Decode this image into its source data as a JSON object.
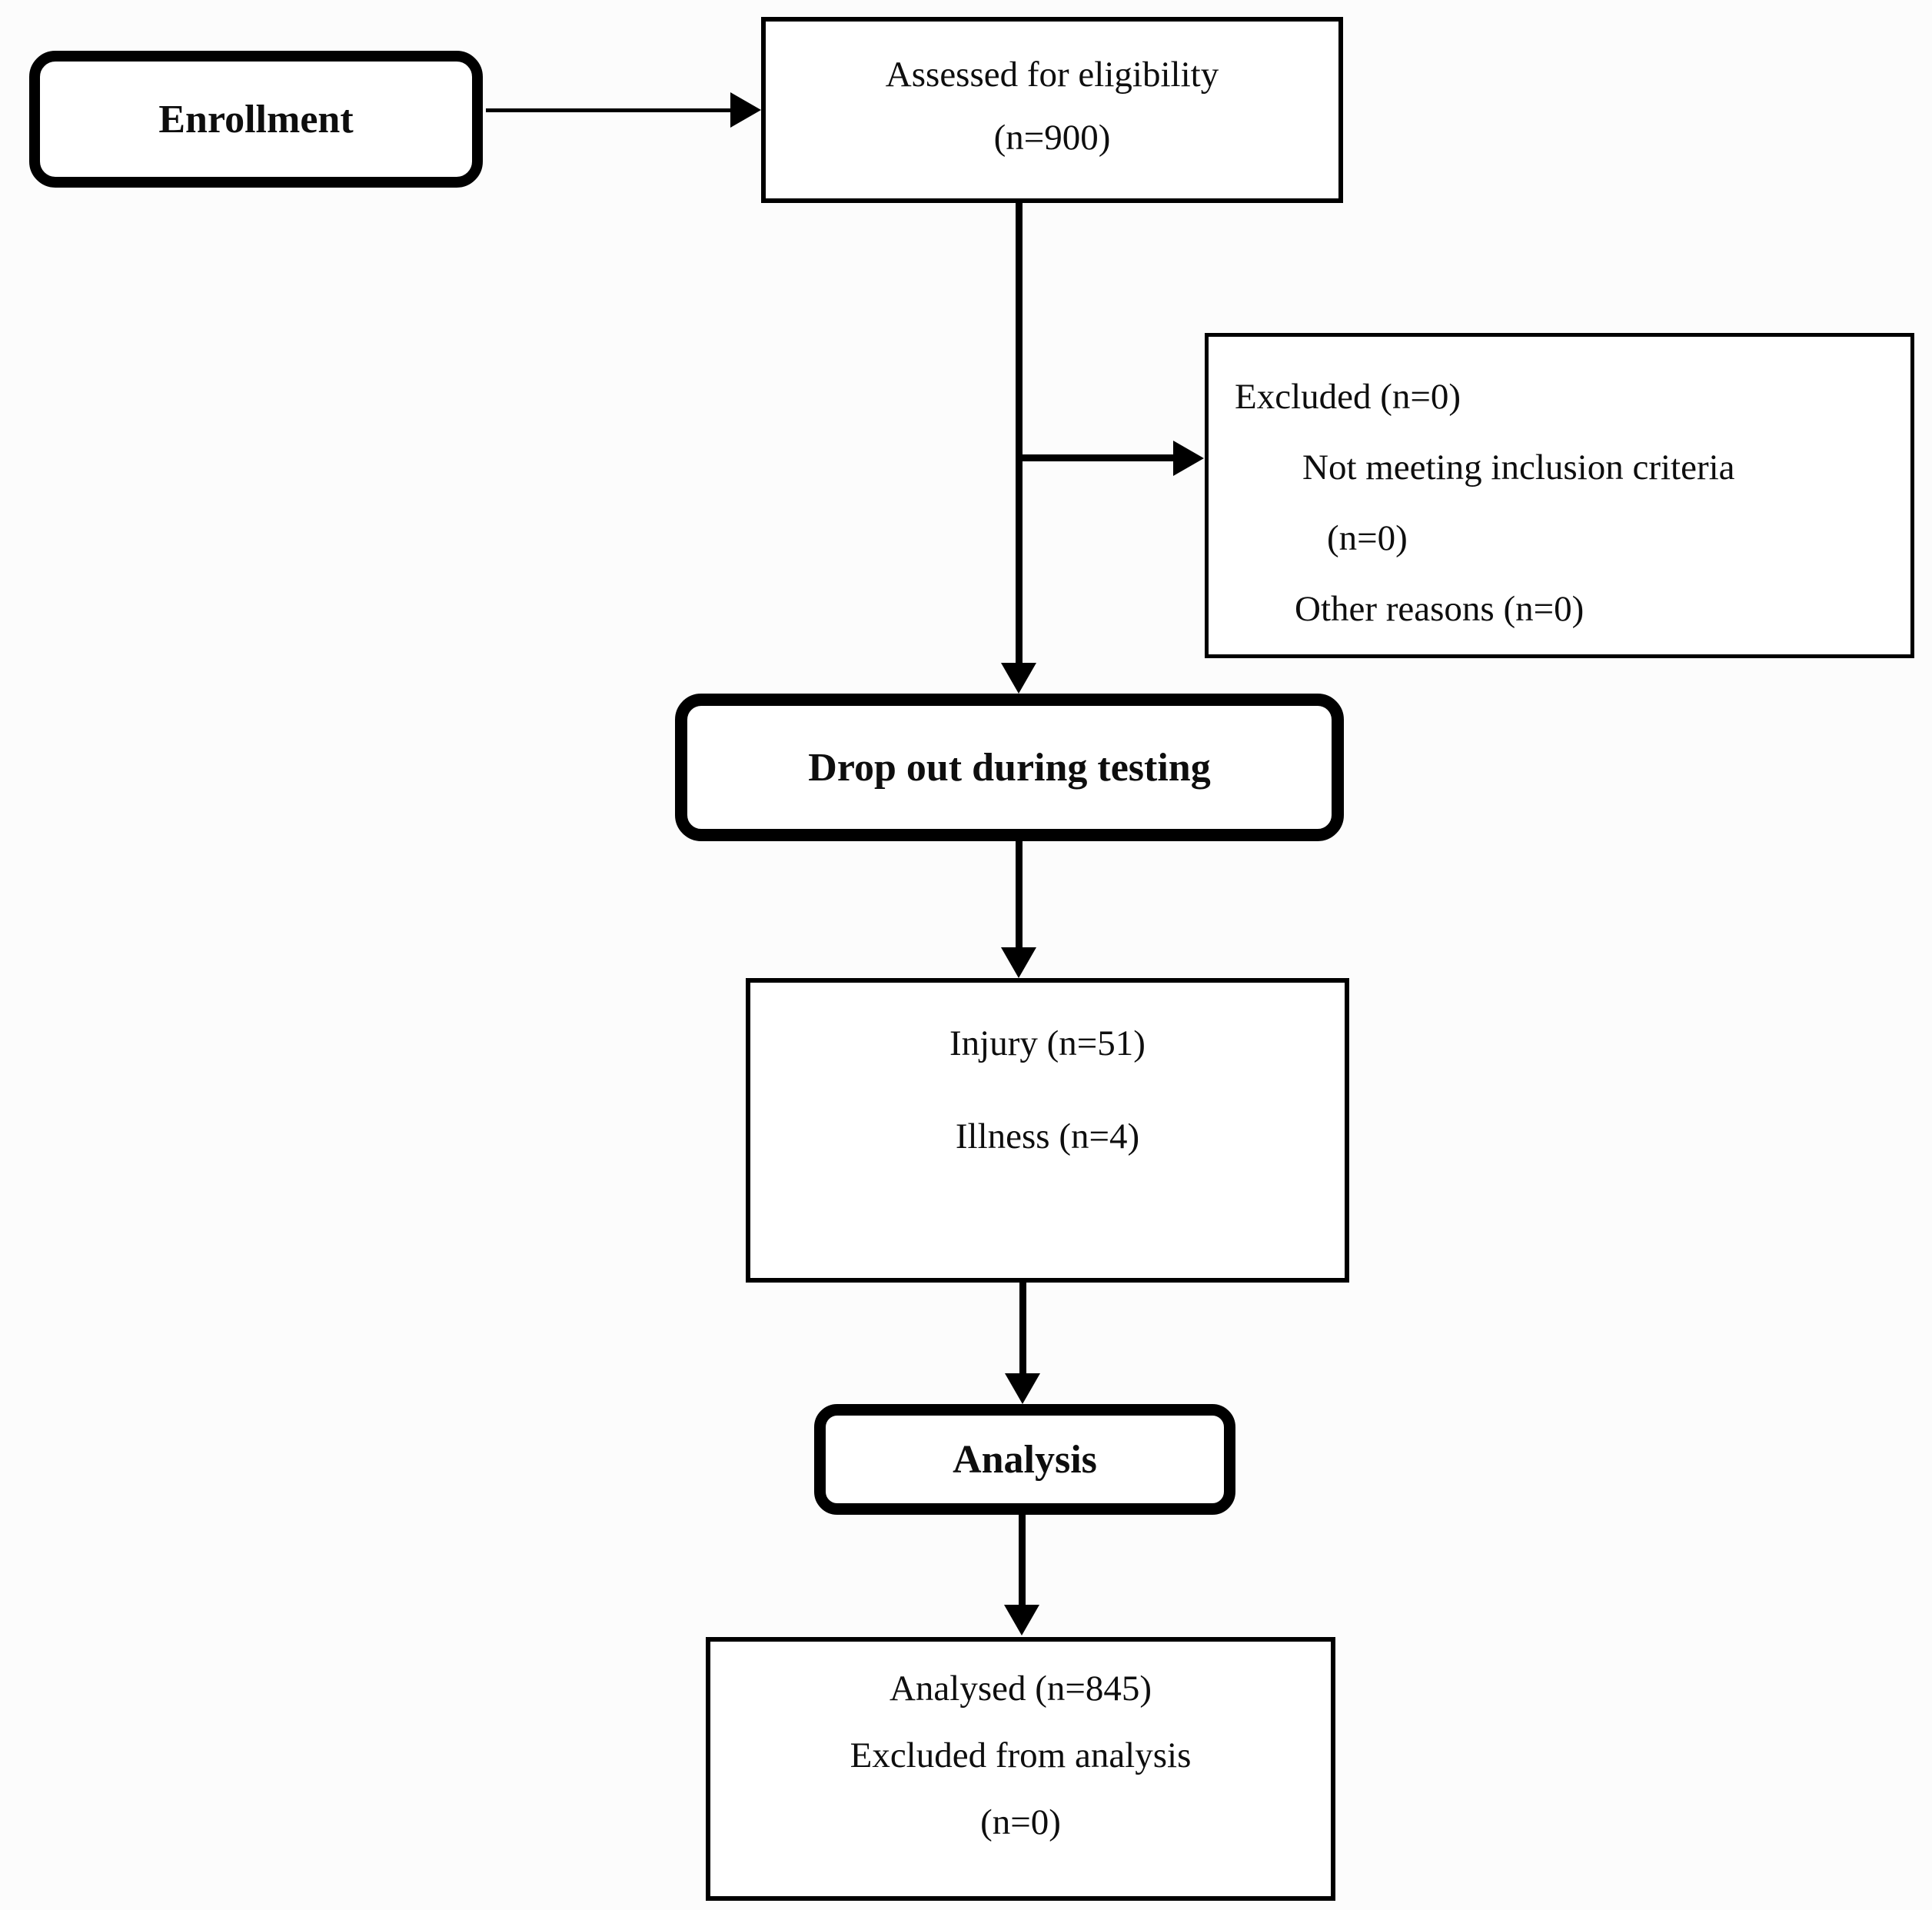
{
  "colors": {
    "line": "#000000",
    "text": "#0e0e0e",
    "box_background": "#ffffff",
    "page_background": "#fcfcfc"
  },
  "flowchart": {
    "enrollment": {
      "label": "Enrollment"
    },
    "assessed": {
      "line1": "Assessed for eligibility",
      "line2": "(n=900)"
    },
    "excluded": {
      "line1": "Excluded (n=0)",
      "line2": "Not meeting inclusion criteria",
      "line3": "(n=0)",
      "line4": "Other reasons (n=0)"
    },
    "dropout": {
      "label": "Drop out during testing"
    },
    "dropout_reasons": {
      "line1": "Injury (n=51)",
      "line2": "Illness (n=4)"
    },
    "analysis": {
      "label": "Analysis"
    },
    "analysed": {
      "line1": "Analysed (n=845)",
      "line2": "Excluded from analysis",
      "line3": "(n=0)"
    }
  }
}
